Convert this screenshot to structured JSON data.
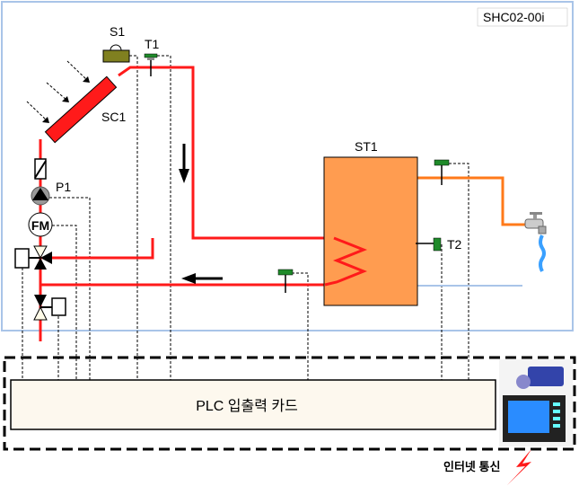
{
  "diagram_id": "SHC02-00i",
  "labels": {
    "s1": "S1",
    "t1": "T1",
    "sc1": "SC1",
    "p1": "P1",
    "fm": "FM",
    "st1": "ST1",
    "t2": "T2"
  },
  "plc_card": "PLC 입출력 카드",
  "comm_label": "인터넷 통신",
  "colors": {
    "pipe_hot": "#ff1a1a",
    "pipe_dhw": "#ff7a1a",
    "tank": "#ff9c50",
    "frame": "#a9c4e8",
    "plc": "#fdf8ee",
    "sensor": "#1f8a2a",
    "s1": "#808020"
  }
}
